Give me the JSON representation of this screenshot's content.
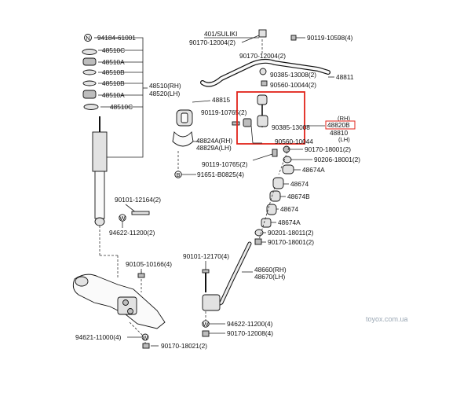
{
  "labels": {
    "shock_stack": [
      "94184-61001",
      "48510C",
      "48510A",
      "48510B",
      "48510B",
      "48510A",
      "48510C"
    ],
    "shock_group": [
      "48510(RH)",
      "48520(LH)"
    ],
    "suliki": "401/SULIKI",
    "bar_bolt_top": "90170-12004(2)",
    "bar_nut": "90170-12004(2)",
    "bar_bolt_right": "90119-10598(4)",
    "bar_washer_1": "90385-13008(2)",
    "bar_washer_2": "90560-10044(2)",
    "stabilizer_bar": "48811",
    "bushing": "48815",
    "bolt_10765_a": "90119-10765(2)",
    "bracket": [
      "48824A(RH)",
      "48829A(LH)"
    ],
    "bolt_10765_b": "90119-10765(2)",
    "bolt_b0825": "91651-B0825(4)",
    "link_washer": "90385-13008",
    "link_spacer": "90560-10044",
    "link_rh": "(RH)",
    "link_part": "48820B",
    "link_lh_part": "48810",
    "link_lh": "(LH)",
    "nut_18001_a": "90170-18001(2)",
    "washer_18001": "90206-18001(2)",
    "bush_48674a_1": "48674A",
    "bush_48674": "48674",
    "bush_48674b": "48674B",
    "bush_48674_2": "48674",
    "bush_48674a_2": "48674A",
    "nut_18011": "90201-18011(2)",
    "nut_18001_b": "90170-18001(2)",
    "bolt_12164": "90101-12164(2)",
    "washer_11200_a": "94622-11200(2)",
    "bolt_10166": "90105-10166(4)",
    "bolt_12170": "90101-12170(4)",
    "strut_rod": [
      "48660(RH)",
      "48670(LH)"
    ],
    "washer_11200_b": "94622-11200(4)",
    "nut_12008": "90170-12008(4)",
    "washer_11000": "94621-11000(4)",
    "nut_18021": "90170-18021(2)"
  },
  "callout_letters": {
    "n": "N",
    "w": "W",
    "b": "B"
  },
  "watermark": "toyox.com.ua",
  "colors": {
    "highlight": "#e2231a",
    "ink": "#111111",
    "watermark": "#9aa7b4"
  }
}
